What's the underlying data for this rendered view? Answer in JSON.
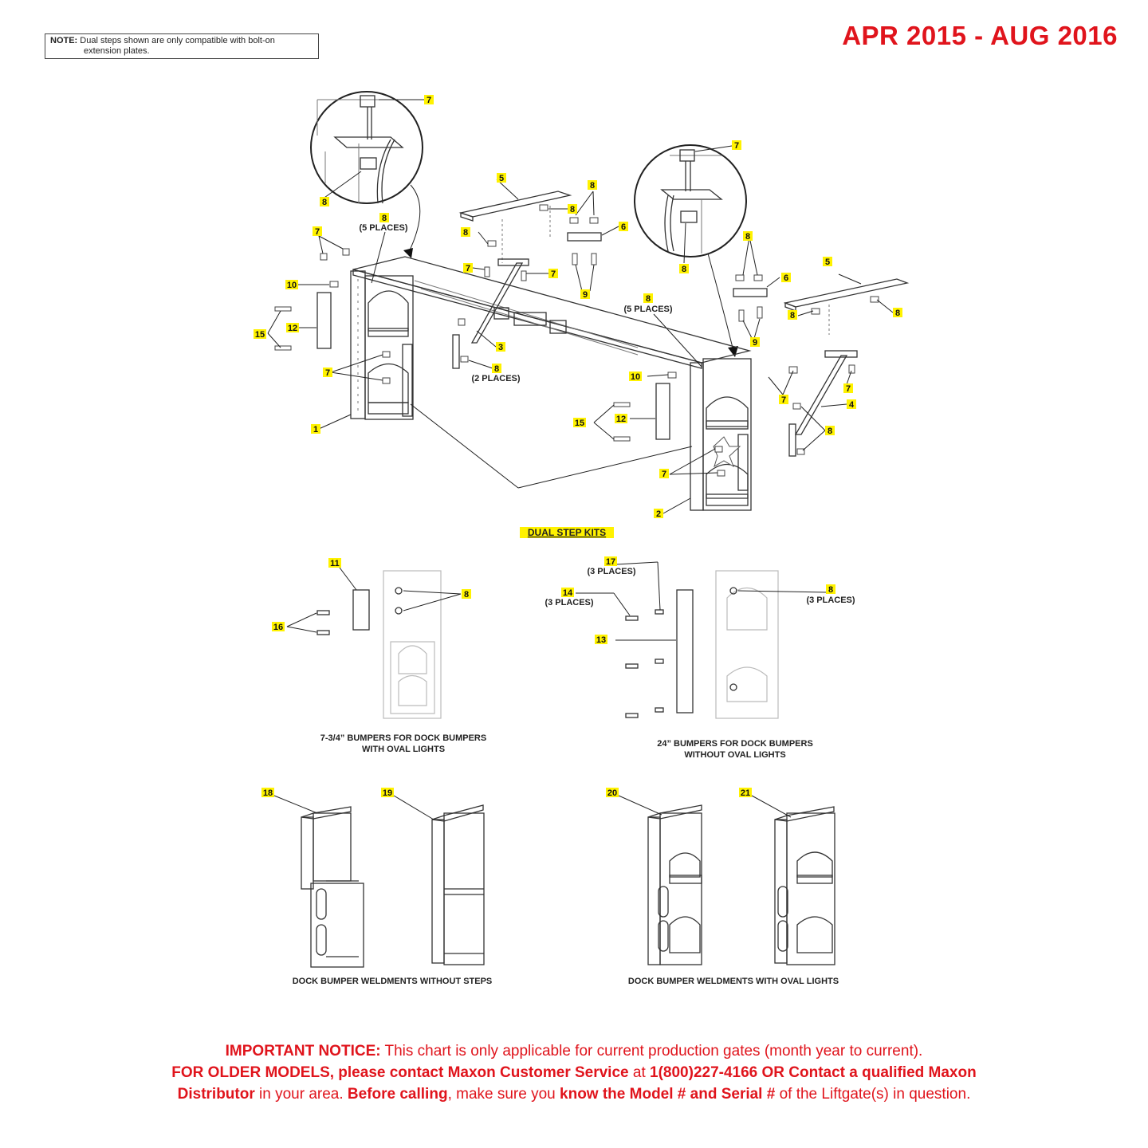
{
  "note": {
    "label": "NOTE:",
    "line1": "Dual steps shown are only compatible with bolt-on",
    "line2": "extension plates."
  },
  "date_range": "APR 2015 - AUG 2016",
  "sections": {
    "main": "DUAL STEP KITS",
    "short_bumpers_line1": "7-3/4” BUMPERS FOR DOCK BUMPERS",
    "short_bumpers_line2": "WITH OVAL LIGHTS",
    "long_bumpers_line1": "24” BUMPERS FOR DOCK BUMPERS",
    "long_bumpers_line2": "WITHOUT OVAL LIGHTS",
    "weld_no_steps": "DOCK BUMPER WELDMENTS WITHOUT STEPS",
    "weld_oval": "DOCK BUMPER WELDMENTS WITH OVAL LIGHTS"
  },
  "places": {
    "p5": "(5 PLACES)",
    "p2": "(2 PLACES)",
    "p3": "(3 PLACES)"
  },
  "callouts": {
    "c1": "1",
    "c2": "2",
    "c3": "3",
    "c4": "4",
    "c5": "5",
    "c6": "6",
    "c7": "7",
    "c8": "8",
    "c9": "9",
    "c10": "10",
    "c11": "11",
    "c12": "12",
    "c13": "13",
    "c14": "14",
    "c15": "15",
    "c16": "16",
    "c17": "17",
    "c18": "18",
    "c19": "19",
    "c20": "20",
    "c21": "21"
  },
  "notice": {
    "a_bold": "IMPORTANT NOTICE:",
    "a_text": " This chart is only applicable for current production gates (month year to current).",
    "b_bold": "FOR OLDER MODELS, please contact Maxon Customer Service",
    "b_text": " at ",
    "b_bold2": "1(800)227-4166 OR Contact a qualified Maxon",
    "c_bold": "Distributor",
    "c_text": " in your area. ",
    "c_bold2": "Before calling",
    "c_text2": ", make sure you ",
    "c_bold3": "know the Model # and Serial #",
    "c_text3": " of the Liftgate(s) in question."
  },
  "colors": {
    "accent_red": "#e0141c",
    "callout_highlight": "#fff200"
  }
}
